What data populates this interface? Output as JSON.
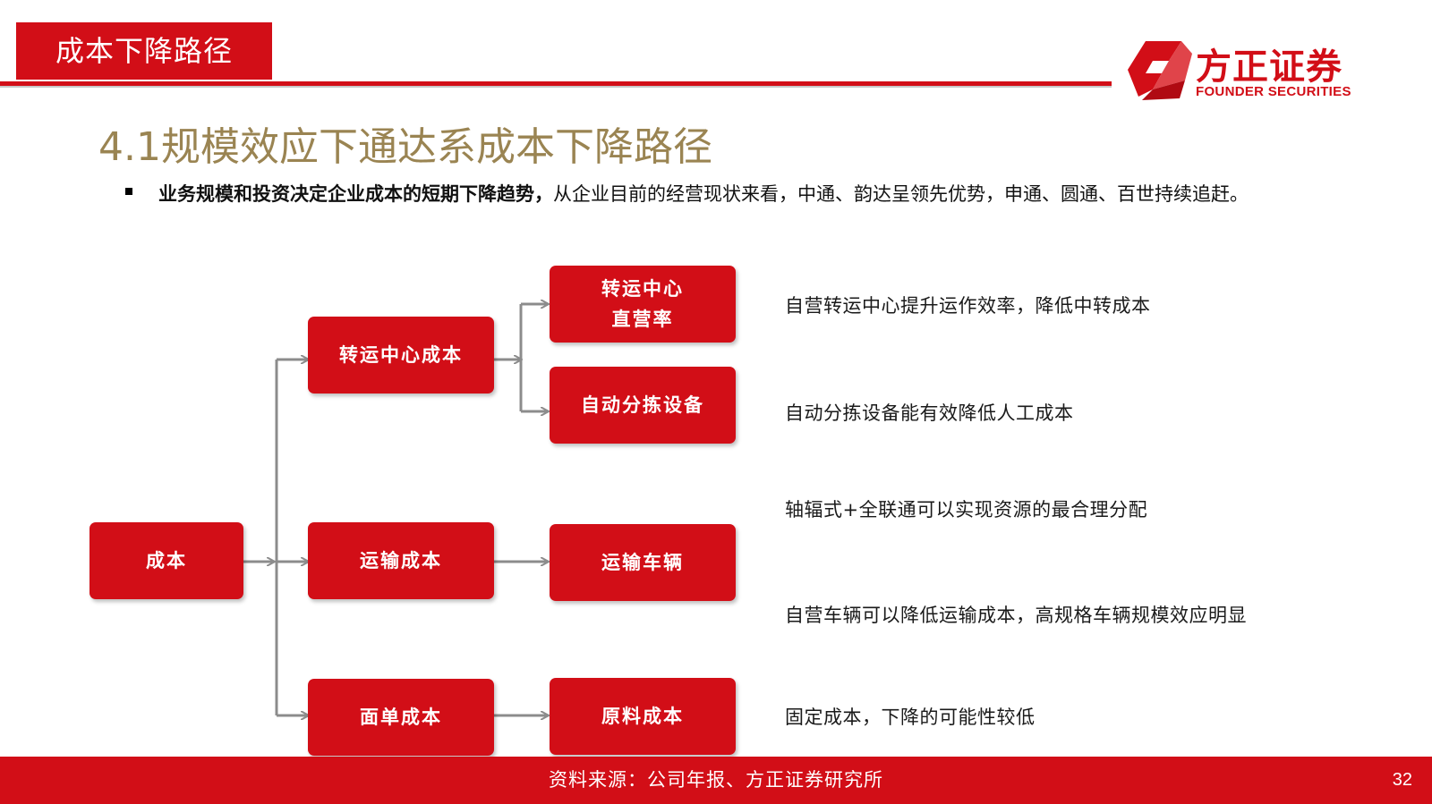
{
  "header": {
    "section_tab": "成本下降路径",
    "logo_cn": "方正证券",
    "logo_en": "FOUNDER SECURITIES"
  },
  "title": "4.1规模效应下通达系成本下降路径",
  "bullet": {
    "bold": "业务规模和投资决定企业成本的短期下降趋势，",
    "rest": "从企业目前的经营现状来看，中通、韵达呈领先优势，申通、圆通、百世持续追赶。"
  },
  "diagram": {
    "root": "成本",
    "level1": [
      "转运中心成本",
      "运输成本",
      "面单成本"
    ],
    "level2": {
      "hub_line1": "转运中心",
      "hub_line2": "直营率",
      "sorting": "自动分拣设备",
      "vehicles": "运输车辆",
      "materials": "原料成本"
    },
    "descriptions": [
      "自营转运中心提升运作效率，降低中转成本",
      "自动分拣设备能有效降低人工成本",
      "轴辐式+全联通可以实现资源的最合理分配",
      "自营车辆可以降低运输成本，高规格车辆规模效应明显",
      "固定成本，下降的可能性较低"
    ]
  },
  "footer": {
    "source": "资料来源：公司年报、方正证券研究所",
    "page": "32"
  },
  "colors": {
    "brand_red": "#d20e17",
    "title_gold": "#9a8452",
    "connector_grey": "#8c8c8c"
  }
}
